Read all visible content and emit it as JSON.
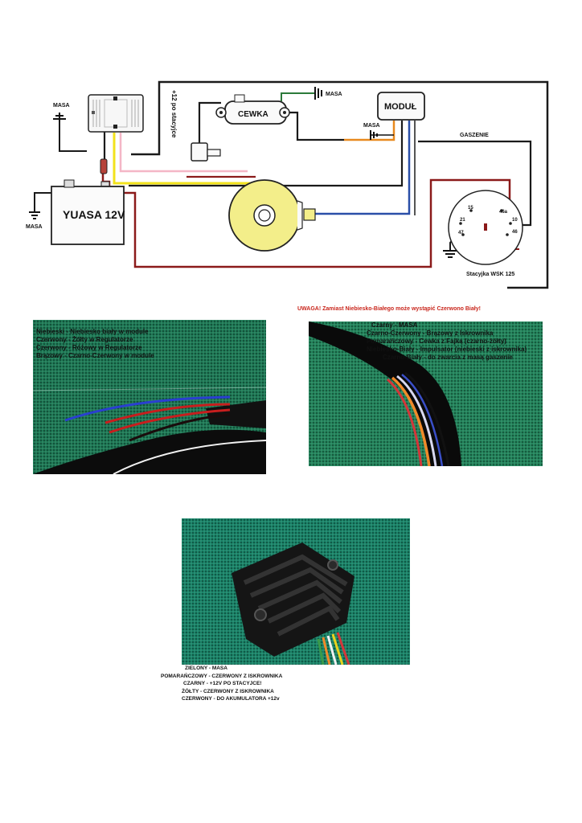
{
  "diagram": {
    "masa_top_left": "MASA",
    "stacyjka_plus": "+12 po stacyjce",
    "cewka": "CEWKA",
    "masa_cewka": "MASA",
    "modul": "MODUŁ",
    "masa_modul": "MASA",
    "gaszenie": "GASZENIE",
    "battery": "YUASA 12V",
    "masa_battery": "MASA",
    "terminals": {
      "t15": "15",
      "t46a": "46a",
      "t10": "10",
      "t21": "21",
      "t47": "47",
      "t46": "46"
    },
    "switch_label": "Stacyjka WSK 125"
  },
  "photo1": {
    "lines": [
      "Niebieski - Niebiesko biały w module",
      "Czerwony - Żółty w Regulatorze",
      "Czerwony - Różowy w Regulatorze",
      "Brązowy - Czarno-Czerwony w module"
    ]
  },
  "warning": "UWAGA! Zamiast Niebiesko-Białego może wystąpić Czerwono Biały!",
  "photo2": {
    "lines": [
      "Czarny - MASA",
      "Czarno-Czerwony - Brązowy z Iskrownika",
      "Pomarańczowy - Cewka z Fajką (czarno-żółty)",
      "Niebiesko-Biały - Impulsator (niebieski z iskrownika)",
      "Czarno-Biały - do zwarcia z masą gaszenie"
    ]
  },
  "photo3_legend": [
    "ZIELONY - MASA",
    "POMARAŃCZOWY - CZERWONY Z ISKROWNIKA",
    "CZARNY - +12V PO STACYJCE!",
    "ŻÓŁTY - CZERWONY Z ISKROWNIKA",
    "CZERWONY - DO AKUMULATORA +12v"
  ],
  "colors": {
    "black_wire": "#1a1a1a",
    "red_wire": "#8b1a1a",
    "yellow_wire": "#f2e21b",
    "pink_wire": "#f4b6c6",
    "blue_wire": "#2a4fa8",
    "orange_wire": "#e8891e",
    "green_wire": "#2c7a3a",
    "coil_yellow": "#f3ee8a",
    "photo_green": "#1f7a55"
  }
}
